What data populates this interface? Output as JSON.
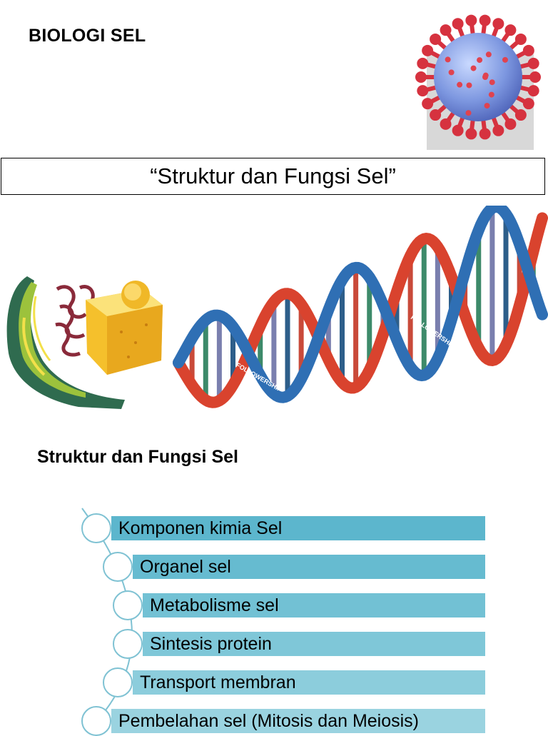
{
  "slide": {
    "title": "BIOLOGI SEL",
    "subtitle": "“Struktur dan Fungsi Sel”",
    "section_heading": "Struktur dan Fungsi Sel"
  },
  "dna_labels": [
    "FOLLOWERSHIP",
    "FOLLOWERSHIP"
  ],
  "list": {
    "items": [
      {
        "label": "Komponen kimia Sel",
        "color": "#5cb6cd"
      },
      {
        "label": "Organel sel",
        "color": "#66bbd0"
      },
      {
        "label": "Metabolisme sel",
        "color": "#72c1d4"
      },
      {
        "label": "Sintesis protein",
        "color": "#7fc7d8"
      },
      {
        "label": "Transport membran",
        "color": "#8ccddc"
      },
      {
        "label": "Pembelahan sel (Mitosis dan Meiosis)",
        "color": "#9ad3e0"
      }
    ]
  },
  "colors": {
    "accent": "#5cb6cd",
    "dna_red": "#d9432e",
    "dna_blue": "#2f6fb4"
  },
  "icons": [
    "virus-illustration",
    "cell-organelle-illustration",
    "dna-helix-illustration"
  ]
}
